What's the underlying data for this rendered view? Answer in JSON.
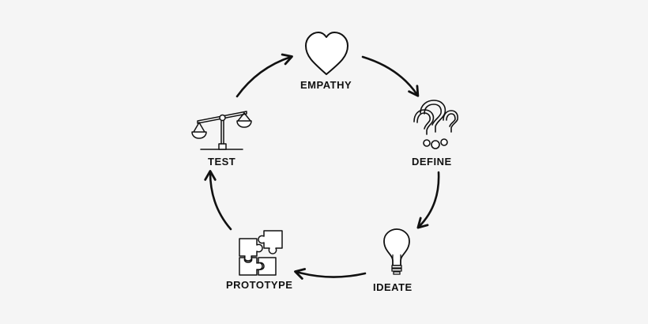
{
  "colors": {
    "background": "#f5f5f5",
    "stroke": "#111111",
    "fill": "#ffffff"
  },
  "stages": [
    {
      "id": "empathy",
      "label": "EMPATHY",
      "icon": "heart-icon"
    },
    {
      "id": "define",
      "label": "DEFINE",
      "icon": "question-marks-icon"
    },
    {
      "id": "ideate",
      "label": "IDEATE",
      "icon": "lightbulb-icon"
    },
    {
      "id": "prototype",
      "label": "PROTOTYPE",
      "icon": "puzzle-icon"
    },
    {
      "id": "test",
      "label": "TEST",
      "icon": "balance-scale-icon"
    }
  ]
}
